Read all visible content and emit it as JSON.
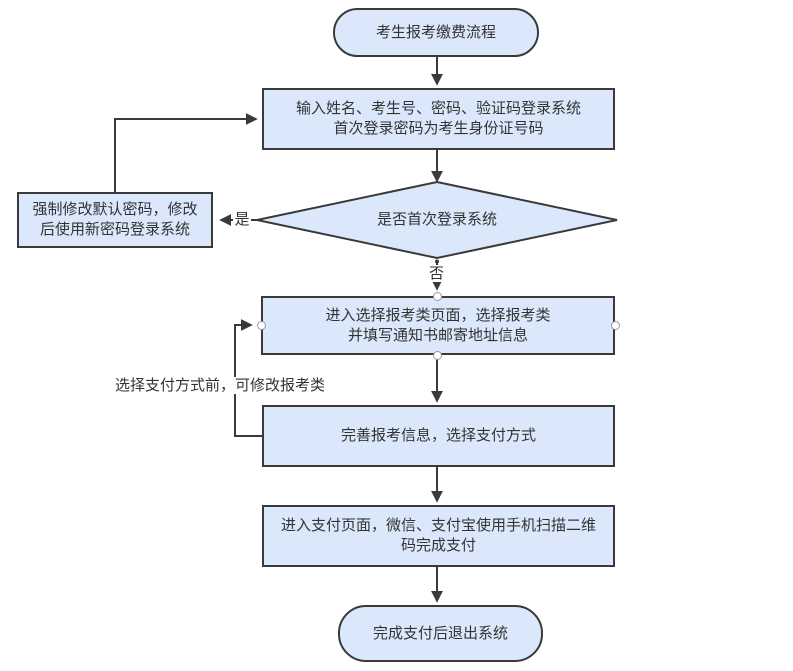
{
  "nodes": {
    "start": {
      "label": "考生报考缴费流程"
    },
    "login": {
      "line1": "输入姓名、考生号、密码、验证码登录系统",
      "line2": "首次登录密码为考生身份证号码"
    },
    "decision": {
      "label": "是否首次登录系统"
    },
    "force_change": {
      "line1": "强制修改默认密码，修改",
      "line2": "后使用新密码登录系统"
    },
    "select_category": {
      "line1": "进入选择报考类页面，选择报考类",
      "line2": "并填写通知书邮寄地址信息"
    },
    "complete_info": {
      "label": "完善报考信息，选择支付方式"
    },
    "payment": {
      "line1": "进入支付页面，微信、支付宝使用手机扫描二维",
      "line2": "码完成支付"
    },
    "end": {
      "label": "完成支付后退出系统"
    }
  },
  "edge_labels": {
    "yes": "是",
    "no": "否",
    "modify_note": "选择支付方式前，可修改报考类"
  },
  "colors": {
    "node_fill": "#dbe8fc",
    "node_stroke": "#3a3a3a",
    "connector": "#3a3a3a",
    "text": "#333333",
    "port_stroke": "#999999",
    "port_fill": "#ffffff",
    "background": "#ffffff"
  }
}
